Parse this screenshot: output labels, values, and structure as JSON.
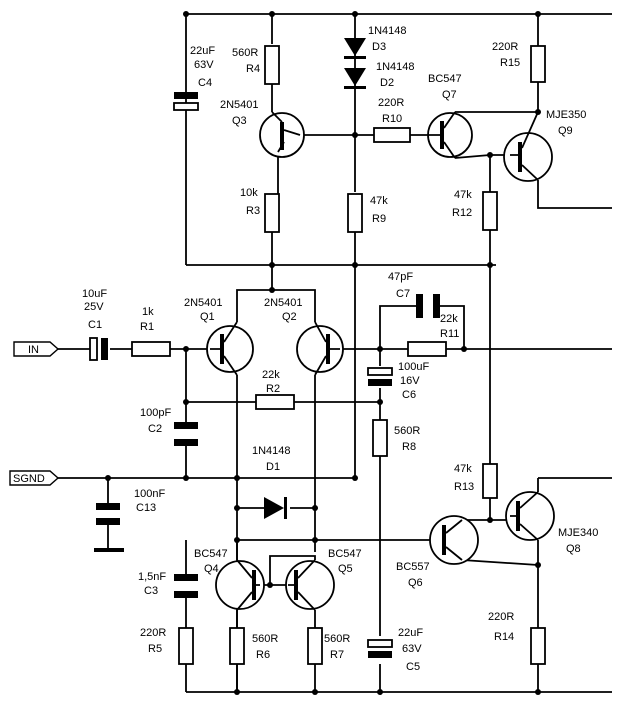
{
  "ports": {
    "in": "IN",
    "sgnd": "SGND"
  },
  "components": {
    "C1": {
      "ref": "C1",
      "value": "10uF",
      "rating": "25V"
    },
    "R1": {
      "ref": "R1",
      "value": "1k"
    },
    "Q1": {
      "ref": "Q1",
      "part": "2N5401"
    },
    "Q2": {
      "ref": "Q2",
      "part": "2N5401"
    },
    "C2": {
      "ref": "C2",
      "value": "100pF"
    },
    "R2": {
      "ref": "R2",
      "value": "22k"
    },
    "D1": {
      "ref": "D1",
      "part": "1N4148"
    },
    "C13": {
      "ref": "C13",
      "value": "100nF"
    },
    "C3": {
      "ref": "C3",
      "value": "1,5nF"
    },
    "R5": {
      "ref": "R5",
      "value": "220R"
    },
    "Q4": {
      "ref": "Q4",
      "part": "BC547"
    },
    "Q5": {
      "ref": "Q5",
      "part": "BC547"
    },
    "R6": {
      "ref": "R6",
      "value": "560R"
    },
    "R7": {
      "ref": "R7",
      "value": "560R"
    },
    "C4": {
      "ref": "C4",
      "value": "22uF",
      "rating": "63V"
    },
    "R4": {
      "ref": "R4",
      "value": "560R"
    },
    "Q3": {
      "ref": "Q3",
      "part": "2N5401"
    },
    "R3": {
      "ref": "R3",
      "value": "10k"
    },
    "D3": {
      "ref": "D3",
      "part": "1N4148"
    },
    "D2": {
      "ref": "D2",
      "part": "1N4148"
    },
    "R9": {
      "ref": "R9",
      "value": "47k"
    },
    "R10": {
      "ref": "R10",
      "value": "220R"
    },
    "C7": {
      "ref": "C7",
      "value": "47pF"
    },
    "R11": {
      "ref": "R11",
      "value": "22k"
    },
    "C6": {
      "ref": "C6",
      "value": "100uF",
      "rating": "16V"
    },
    "R8": {
      "ref": "R8",
      "value": "560R"
    },
    "C5": {
      "ref": "C5",
      "value": "22uF",
      "rating": "63V"
    },
    "Q7": {
      "ref": "Q7",
      "part": "BC547"
    },
    "R12": {
      "ref": "R12",
      "value": "47k"
    },
    "R15": {
      "ref": "R15",
      "value": "220R"
    },
    "Q9": {
      "ref": "Q9",
      "part": "MJE350"
    },
    "R13": {
      "ref": "R13",
      "value": "47k"
    },
    "Q6": {
      "ref": "Q6",
      "part": "BC557"
    },
    "Q8": {
      "ref": "Q8",
      "part": "MJE340"
    },
    "R14": {
      "ref": "R14",
      "value": "220R"
    }
  }
}
